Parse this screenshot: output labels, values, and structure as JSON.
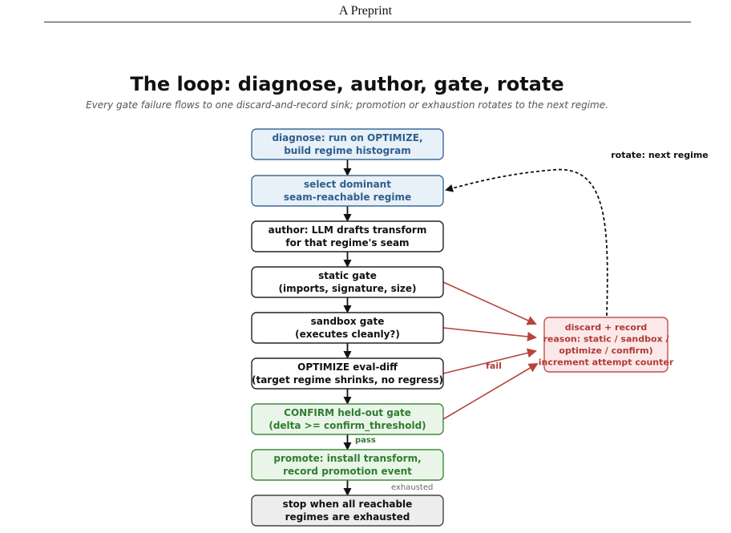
{
  "header": {
    "running_title": "A Preprint"
  },
  "figure": {
    "title": "The loop: diagnose, author, gate, rotate",
    "subtitle": "Every gate failure flows to one discard-and-record sink; promotion or exhaustion rotates to the next regime.",
    "nodes": [
      {
        "id": "diagnose",
        "lines": [
          "diagnose: run on OPTIMIZE,",
          "build regime histogram"
        ],
        "style": "blue"
      },
      {
        "id": "select",
        "lines": [
          "select dominant",
          "seam-reachable regime"
        ],
        "style": "blue"
      },
      {
        "id": "author",
        "lines": [
          "author: LLM drafts transform",
          "for that regime's seam"
        ],
        "style": "plain"
      },
      {
        "id": "static",
        "lines": [
          "static gate",
          "(imports, signature, size)"
        ],
        "style": "plain"
      },
      {
        "id": "sandbox",
        "lines": [
          "sandbox gate",
          "(executes cleanly?)"
        ],
        "style": "plain"
      },
      {
        "id": "optimize",
        "lines": [
          "OPTIMIZE eval-diff",
          "(target regime shrinks, no regress)"
        ],
        "style": "plain"
      },
      {
        "id": "confirm",
        "lines": [
          "CONFIRM held-out gate",
          "(delta >= confirm_threshold)"
        ],
        "style": "green"
      },
      {
        "id": "promote",
        "lines": [
          "promote: install transform,",
          "record promotion event"
        ],
        "style": "green"
      },
      {
        "id": "stop",
        "lines": [
          "stop when all reachable",
          "regimes are exhausted"
        ],
        "style": "gray"
      }
    ],
    "sink": {
      "lines": [
        "discard + record",
        "reason: static / sandbox /",
        "optimize / confirm)",
        "increment attempt counter"
      ]
    },
    "edge_labels": {
      "rotate": "rotate: next regime",
      "fail": "fail",
      "pass": "pass",
      "exhausted": "exhausted"
    },
    "colors": {
      "blue_fill": "#e8f0f8",
      "blue_stroke": "#3b6a99",
      "blue_text": "#2f5e8e",
      "green_fill": "#eaf5e9",
      "green_stroke": "#3c8a3c",
      "green_text": "#2e7d2e",
      "gray_fill": "#ededed",
      "gray_stroke": "#444444",
      "red_fill": "#fbe9e9",
      "red_stroke": "#c0504d",
      "red_text": "#b03a37",
      "arrow_red": "#b8433c",
      "text": "#111111"
    }
  }
}
